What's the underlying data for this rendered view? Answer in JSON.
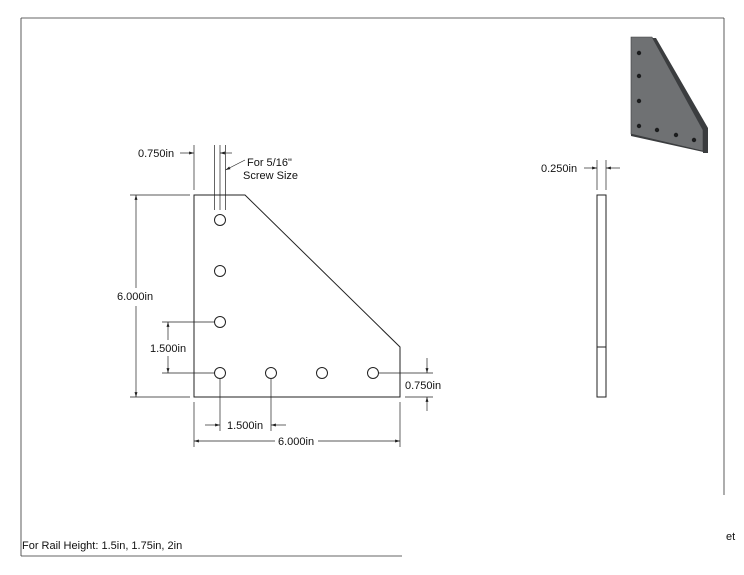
{
  "drawing": {
    "screw_note_line1": "For 5/16\"",
    "screw_note_line2": "Screw Size",
    "footer_note": "For Rail Height: 1.5in, 1.75in, 2in",
    "edge_fragment": "et",
    "dimensions": {
      "hole_edge_offset_top": "0.750in",
      "plate_height": "6.000in",
      "hole_spacing_vertical": "1.500in",
      "hole_spacing_horizontal": "1.500in",
      "plate_width": "6.000in",
      "hole_edge_offset_right": "0.750in",
      "plate_thickness": "0.250in"
    },
    "colors": {
      "plate_face": "#6f7173",
      "plate_edge": "#3b3d3f",
      "line": "#222222"
    }
  }
}
